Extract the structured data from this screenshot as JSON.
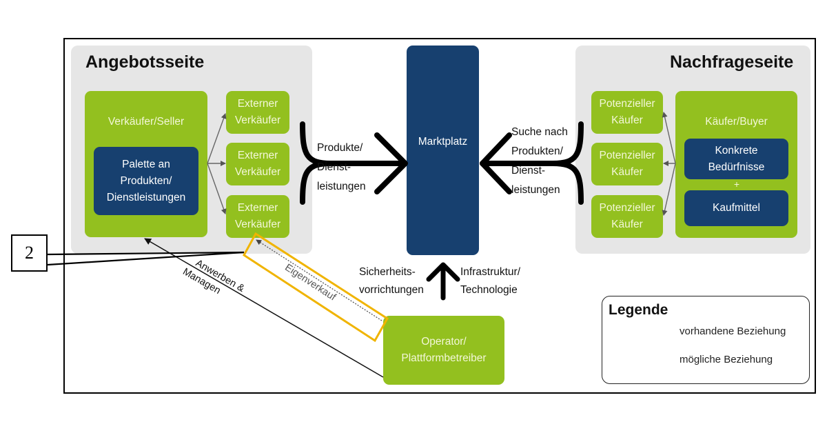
{
  "supply_side": {
    "title": "Angebotsseite",
    "seller": {
      "label": "Verkäufer/Seller",
      "inner": [
        "Palette an",
        "Produkten/",
        "Dienstleistungen"
      ]
    },
    "external_sellers": [
      {
        "line1": "Externer",
        "line2": "Verkäufer"
      },
      {
        "line1": "Externer",
        "line2": "Verkäufer"
      },
      {
        "line1": "Externer",
        "line2": "Verkäufer"
      }
    ]
  },
  "demand_side": {
    "title": "Nachfrageseite",
    "buyer": {
      "label": "Käufer/Buyer",
      "needs": [
        "Konkrete",
        "Bedürfnisse"
      ],
      "plus": "+",
      "means": "Kaufmittel"
    },
    "potential_buyers": [
      {
        "line1": "Potenzieller",
        "line2": "Käufer"
      },
      {
        "line1": "Potenzieller",
        "line2": "Käufer"
      },
      {
        "line1": "Potenzieller",
        "line2": "Käufer"
      }
    ]
  },
  "marketplace": {
    "label": "Marktplatz"
  },
  "flows": {
    "supply_to_market": [
      "Produkte/",
      "Dienst-",
      "leistungen"
    ],
    "demand_to_market": [
      "Suche nach",
      "Produkten/",
      "Dienst-",
      "leistungen"
    ],
    "operator_left": [
      "Sicherheits-",
      "vorrichtungen"
    ],
    "operator_right": [
      "Infrastruktur/",
      "Technologie"
    ],
    "recruit_manage": [
      "Anwerben &",
      "Managen"
    ],
    "own_sale": "Eigenverkauf"
  },
  "operator": {
    "line1": "Operator/",
    "line2": "Plattformbetreiber"
  },
  "legend": {
    "title": "Legende",
    "existing": "vorhandene Beziehung",
    "possible": "mögliche Beziehung"
  },
  "callout": {
    "label": "2",
    "highlight_color": "#f0b400"
  },
  "colors": {
    "green": "#93c01f",
    "navy": "#17406f",
    "panel": "#e6e6e6"
  }
}
